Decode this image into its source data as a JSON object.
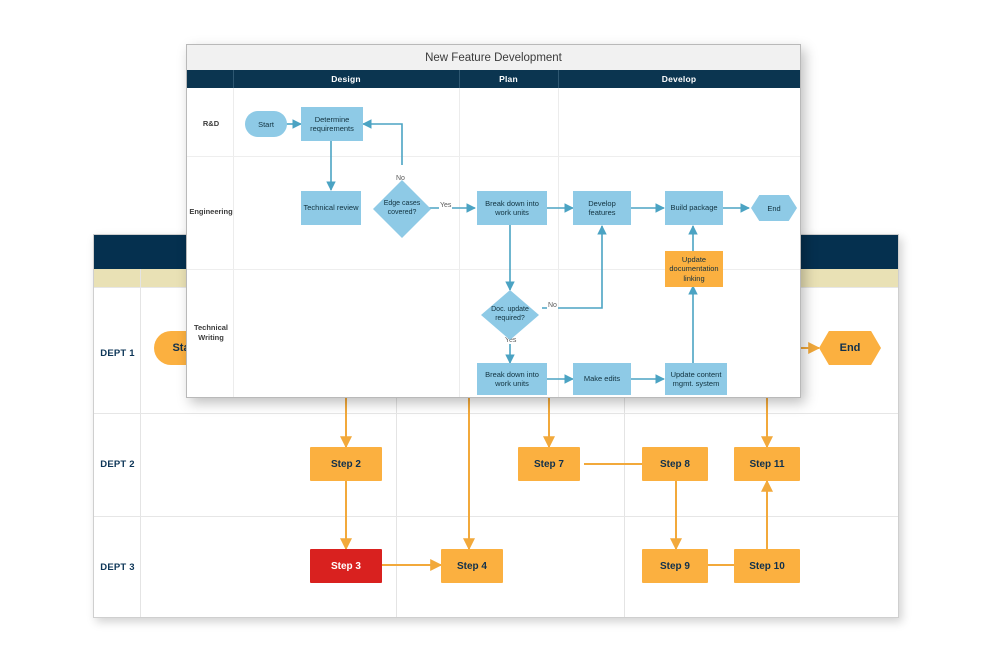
{
  "background_diagram": {
    "lane_labels": [
      "DEPT 1",
      "DEPT 2",
      "DEPT 3"
    ],
    "nodes": {
      "start": "Start",
      "end": "End",
      "step2": "Step 2",
      "step3": "Step 3",
      "step4": "Step 4",
      "step7": "Step 7",
      "step8": "Step 8",
      "step9": "Step 9",
      "step10": "Step 10",
      "step11": "Step 11"
    },
    "colors": {
      "header": "#05304f",
      "subheader": "#e9e1b5",
      "node": "#fbb040",
      "alert_node": "#d9211f",
      "connector": "#f2a93b"
    }
  },
  "foreground_diagram": {
    "title": "New Feature Development",
    "columns": [
      "Design",
      "Plan",
      "Develop"
    ],
    "lane_labels": [
      "R&D",
      "Engineering",
      "Technical Writing"
    ],
    "nodes": {
      "start": "Start",
      "determine_requirements": "Determine requirements",
      "technical_review": "Technical review",
      "edge_cases": "Edge cases covered?",
      "break_down_eng": "Break down into work units",
      "develop_features": "Develop features",
      "build_package": "Build package",
      "end": "End",
      "update_doc_linking": "Update documentation linking",
      "doc_update_required": "Doc. update required?",
      "break_down_tw": "Break down into work units",
      "make_edits": "Make edits",
      "update_cms": "Update content mgmt. system"
    },
    "edge_labels": {
      "no_edge_cases": "No",
      "yes_edge_cases": "Yes",
      "no_doc": "No",
      "yes_doc": "Yes"
    },
    "colors": {
      "header": "#0b3550",
      "title_bar": "#f1f1f1",
      "node": "#8ecae6",
      "highlight_node": "#fbb040",
      "connector": "#4ba3c3"
    }
  }
}
